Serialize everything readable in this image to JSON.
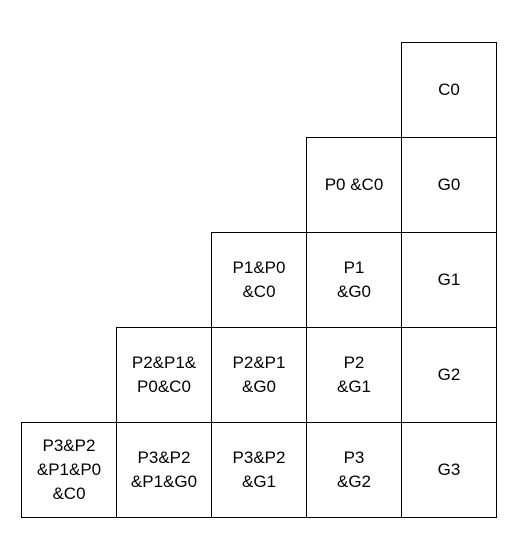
{
  "diagram": {
    "rows": [
      {
        "cells": [
          "C0"
        ]
      },
      {
        "cells": [
          "P0 &C0",
          "G0"
        ]
      },
      {
        "cells": [
          "P1&P0\n&C0",
          "P1\n&G0",
          "G1"
        ]
      },
      {
        "cells": [
          "P2&P1&\nP0&C0",
          "P2&P1\n&G0",
          "P2\n&G1",
          "G2"
        ]
      },
      {
        "cells": [
          "P3&P2\n&P1&P0\n&C0",
          "P3&P2\n&P1&G0",
          "P3&P2\n&G1",
          "P3\n&G2",
          "G3"
        ]
      }
    ]
  }
}
